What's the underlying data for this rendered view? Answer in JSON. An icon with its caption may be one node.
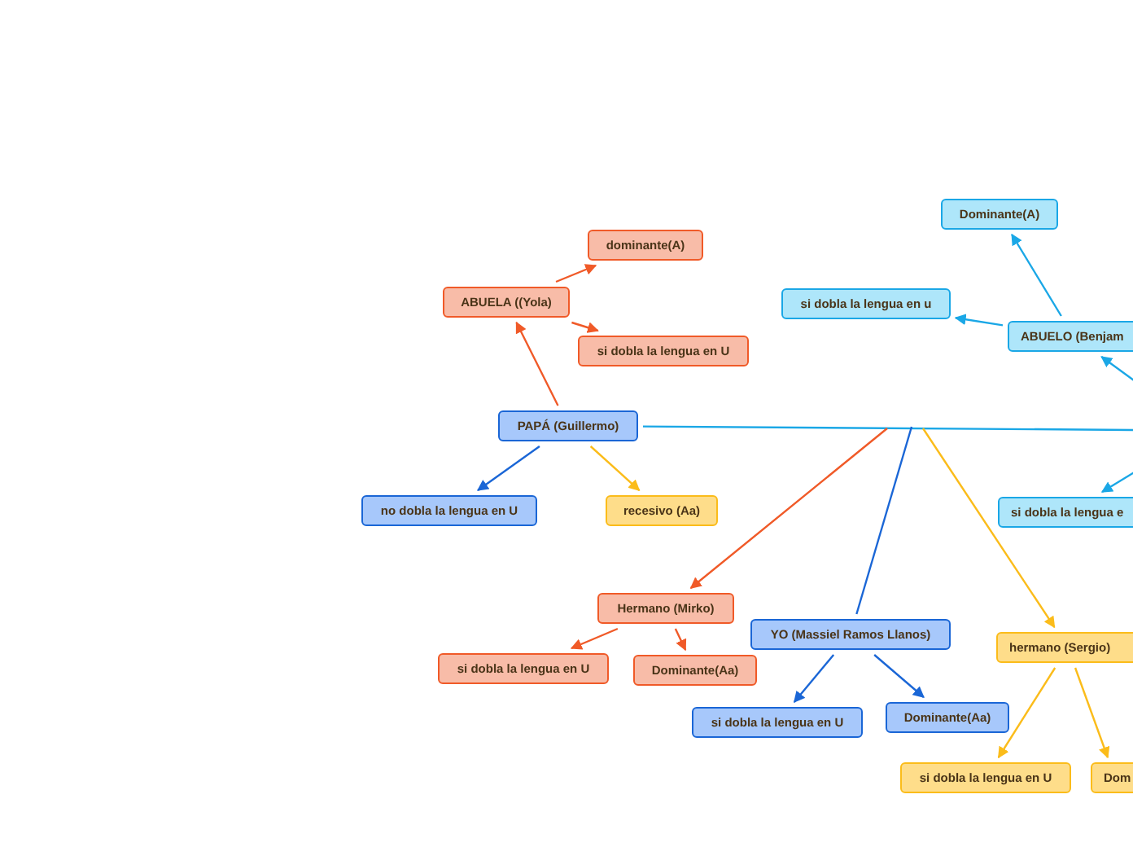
{
  "diagram": {
    "nodes": [
      {
        "text": [
          "dominante(A)"
        ]
      },
      {
        "text": [
          "ABUELA ((Yola)"
        ]
      },
      {
        "text": [
          "si dobla la lengua en U"
        ]
      },
      {
        "text": [
          "Dominante(A)"
        ]
      },
      {
        "text": [
          "si dobla la lengua en u"
        ]
      },
      {
        "text": [
          "ABUELO (Benjam"
        ]
      },
      {
        "text": [
          "PAPÁ (Guillermo)"
        ]
      },
      {
        "text": [
          "no dobla la lengua en U"
        ]
      },
      {
        "text": [
          "recesivo (Aa)"
        ]
      },
      {
        "text": [
          "si dobla la lengua e"
        ]
      },
      {
        "text": [
          "Hermano (Mirko)"
        ]
      },
      {
        "text": [
          "YO (Massiel Ramos Llanos)"
        ]
      },
      {
        "text": [
          "si dobla la lengua en U"
        ]
      },
      {
        "text": [
          "Dominante(Aa)"
        ]
      },
      {
        "text": [
          "hermano (Sergio)"
        ]
      },
      {
        "text": [
          "si dobla la lengua en U"
        ]
      },
      {
        "text": [
          "Dominante(Aa)"
        ]
      },
      {
        "text": [
          "si dobla la lengua en U"
        ]
      },
      {
        "text": [
          "Dom"
        ]
      }
    ],
    "edges": [
      {
        "from": 1,
        "to": 0,
        "arrow": "to",
        "color": "#f05a28"
      },
      {
        "from": 1,
        "to": 2,
        "arrow": "to",
        "color": "#f05a28"
      },
      {
        "from": 6,
        "to": 1,
        "arrow": "to",
        "color": "#f05a28"
      },
      {
        "from": 5,
        "to": 3,
        "arrow": "to",
        "color": "#1aa7e6"
      },
      {
        "from": 5,
        "to": 4,
        "arrow": "to",
        "color": "#1aa7e6"
      },
      {
        "from": null,
        "to": 5,
        "arrow": "to",
        "color": "#1aa7e6"
      },
      {
        "from": 6,
        "to": null,
        "arrow": "none",
        "color": "#1aa7e6"
      },
      {
        "from": 6,
        "to": 7,
        "arrow": "to",
        "color": "#1a66d6"
      },
      {
        "from": 6,
        "to": 8,
        "arrow": "to",
        "color": "#fbbc1a"
      },
      {
        "from": null,
        "to": 9,
        "arrow": "to",
        "color": "#1aa7e6"
      },
      {
        "from": null,
        "to": 10,
        "arrow": "to",
        "color": "#f05a28"
      },
      {
        "from": null,
        "to": 11,
        "arrow": "none",
        "color": "#1a66d6"
      },
      {
        "from": null,
        "to": 14,
        "arrow": "to",
        "color": "#fbbc1a"
      },
      {
        "from": 10,
        "to": 12,
        "arrow": "to",
        "color": "#f05a28"
      },
      {
        "from": 10,
        "to": 13,
        "arrow": "to",
        "color": "#f05a28"
      },
      {
        "from": 11,
        "to": 15,
        "arrow": "to",
        "color": "#1a66d6"
      },
      {
        "from": 11,
        "to": 16,
        "arrow": "to",
        "color": "#1a66d6"
      },
      {
        "from": 14,
        "to": 17,
        "arrow": "to",
        "color": "#fbbc1a"
      },
      {
        "from": 14,
        "to": 18,
        "arrow": "to",
        "color": "#fbbc1a"
      }
    ]
  }
}
